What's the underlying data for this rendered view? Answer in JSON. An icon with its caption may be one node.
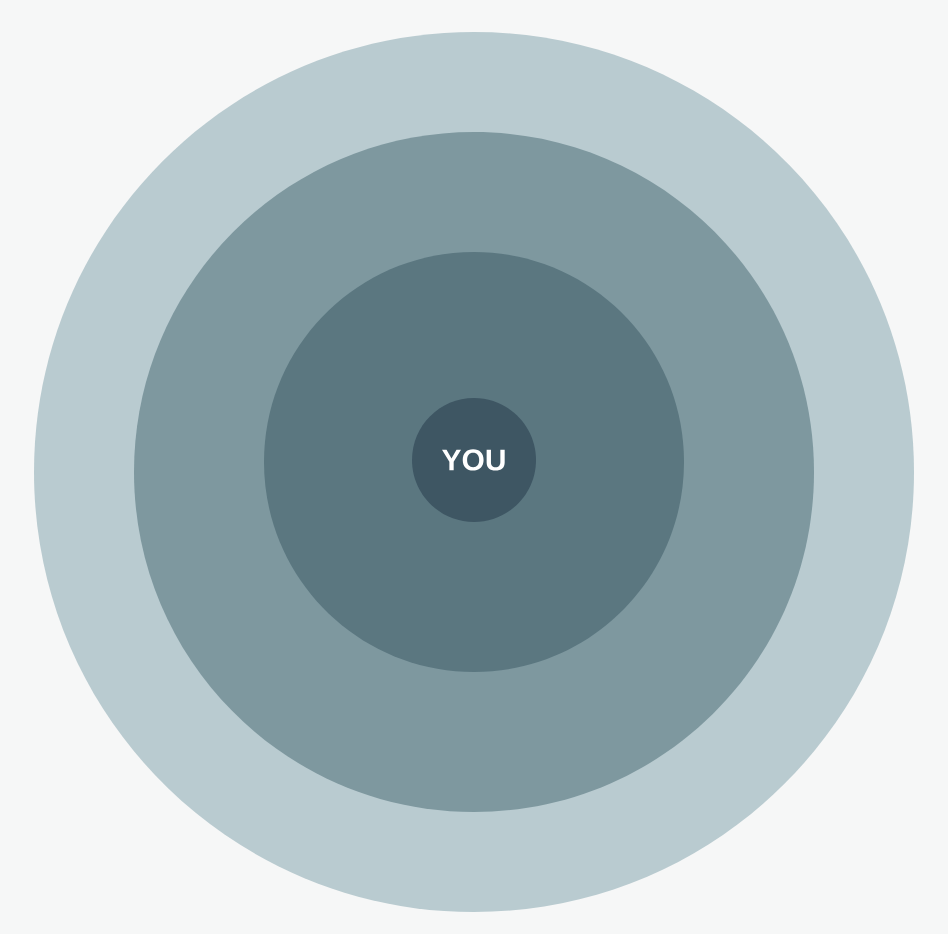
{
  "diagram": {
    "nodes": [
      {
        "text": [],
        "shape": "circle"
      },
      {
        "text": [],
        "shape": "circle",
        "in": 0
      },
      {
        "text": [],
        "shape": "circle",
        "in": 1
      },
      {
        "text": [
          "YOU"
        ],
        "in": 2
      }
    ]
  }
}
